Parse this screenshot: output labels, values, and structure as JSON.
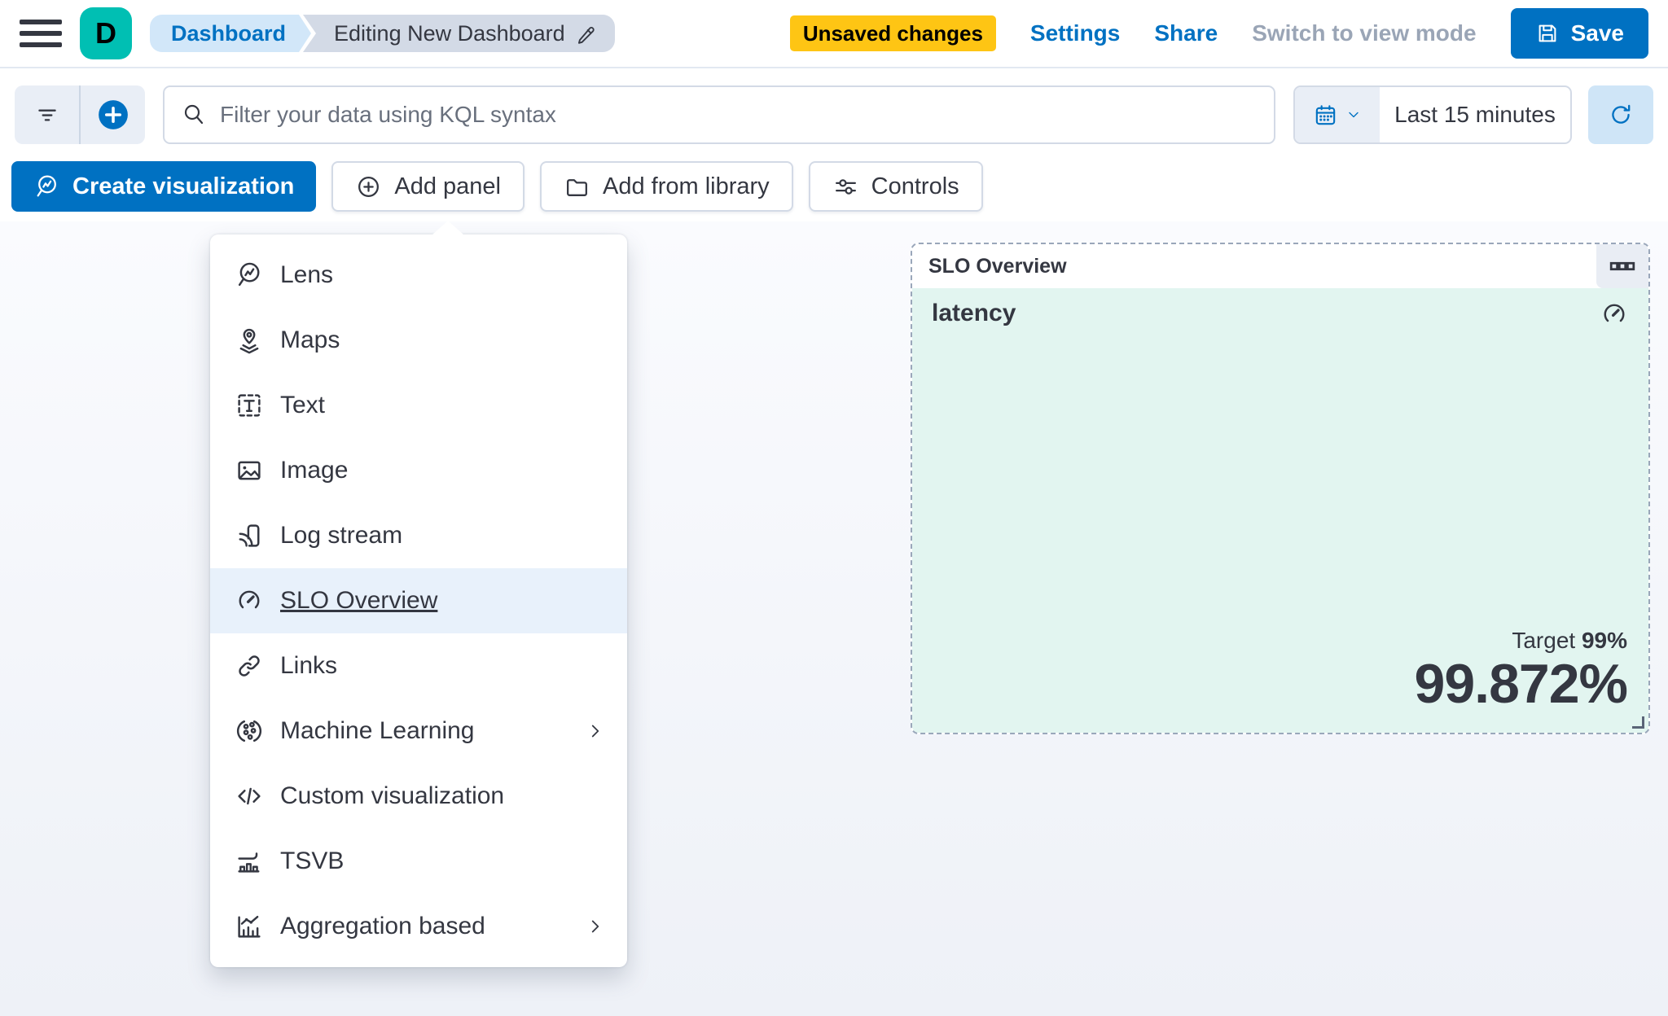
{
  "header": {
    "logo_letter": "D",
    "breadcrumbs": {
      "root": "Dashboard",
      "current": "Editing New Dashboard"
    },
    "unsaved_badge": "Unsaved changes",
    "settings_label": "Settings",
    "share_label": "Share",
    "view_mode_label": "Switch to view mode",
    "save_label": "Save"
  },
  "filter_bar": {
    "search_placeholder": "Filter your data using KQL syntax",
    "time_range": "Last 15 minutes"
  },
  "toolbar": {
    "create_visualization_label": "Create visualization",
    "add_panel_label": "Add panel",
    "add_from_library_label": "Add from library",
    "controls_label": "Controls"
  },
  "menu": {
    "items": [
      {
        "label": "Lens",
        "icon": "lens-icon",
        "submenu": false,
        "selected": false
      },
      {
        "label": "Maps",
        "icon": "maps-icon",
        "submenu": false,
        "selected": false
      },
      {
        "label": "Text",
        "icon": "text-icon",
        "submenu": false,
        "selected": false
      },
      {
        "label": "Image",
        "icon": "image-icon",
        "submenu": false,
        "selected": false
      },
      {
        "label": "Log stream",
        "icon": "log-stream-icon",
        "submenu": false,
        "selected": false
      },
      {
        "label": "SLO Overview",
        "icon": "gauge-icon",
        "submenu": false,
        "selected": true
      },
      {
        "label": "Links",
        "icon": "link-icon",
        "submenu": false,
        "selected": false
      },
      {
        "label": "Machine Learning",
        "icon": "machine-learning-icon",
        "submenu": true,
        "selected": false
      },
      {
        "label": "Custom visualization",
        "icon": "code-icon",
        "submenu": false,
        "selected": false
      },
      {
        "label": "TSVB",
        "icon": "tsvb-icon",
        "submenu": false,
        "selected": false
      },
      {
        "label": "Aggregation based",
        "icon": "aggregation-icon",
        "submenu": true,
        "selected": false
      }
    ]
  },
  "slo_panel": {
    "title": "SLO Overview",
    "metric_name": "latency",
    "target_label": "Target",
    "target_value": "99%",
    "value": "99.872%"
  },
  "colors": {
    "primary": "#0071c2",
    "warning_badge": "#fec514",
    "logo_teal": "#00bfb3",
    "panel_teal": "#e2f5f0",
    "menu_highlight": "#e8f1fb",
    "breadcrumb_blue_bg": "#d2e7f9",
    "breadcrumb_gray_bg": "#d3dae6",
    "text_dark": "#343741",
    "text_subdued": "#69707d",
    "disabled_text": "#9aa5b6",
    "border": "#d3dae6",
    "dashed_border": "#9aa7ba"
  }
}
